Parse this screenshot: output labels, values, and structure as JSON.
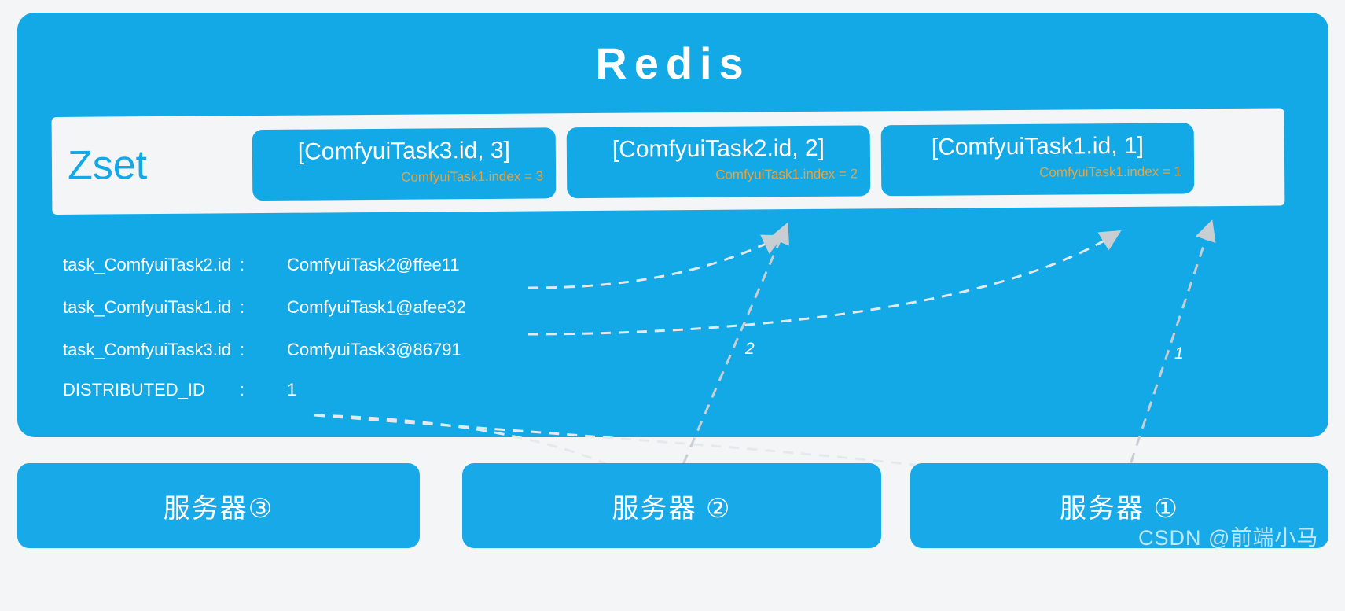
{
  "diagram": {
    "title": "Redis",
    "zset": {
      "label": "Zset",
      "cards": [
        {
          "title": "[ComfyuiTask3.id, 3]",
          "sub": "ComfyuiTask1.index = 3"
        },
        {
          "title": "[ComfyuiTask2.id, 2]",
          "sub": "ComfyuiTask1.index = 2"
        },
        {
          "title": "[ComfyuiTask1.id, 1]",
          "sub": "ComfyuiTask1.index = 1"
        }
      ]
    },
    "entries": [
      {
        "key": "task_ComfyuiTask2.id",
        "colon": ":",
        "value": "ComfyuiTask2@ffee11"
      },
      {
        "key": "task_ComfyuiTask1.id",
        "colon": ":",
        "value": "ComfyuiTask1@afee32"
      },
      {
        "key": "task_ComfyuiTask3.id",
        "colon": ":",
        "value": "ComfyuiTask3@86791"
      },
      {
        "key": "DISTRIBUTED_ID",
        "colon": ":",
        "value": "1"
      }
    ],
    "servers": [
      {
        "label": "服务器③"
      },
      {
        "label": "服务器 ②"
      },
      {
        "label": "服务器 ①"
      }
    ],
    "arrow_labels": [
      {
        "text": "2"
      },
      {
        "text": "1"
      }
    ],
    "watermark": "CSDN @前端小马",
    "colors": {
      "panel_blue": "#13a8e6",
      "card_blue": "#13a8e6",
      "server_blue": "#18a9e8",
      "band_white": "#f4f5f7",
      "page_background": "#f4f5f7",
      "accent_orange": "#e8a33d",
      "text_white": "#ffffff",
      "arrow_gray": "#c9ced3"
    }
  }
}
